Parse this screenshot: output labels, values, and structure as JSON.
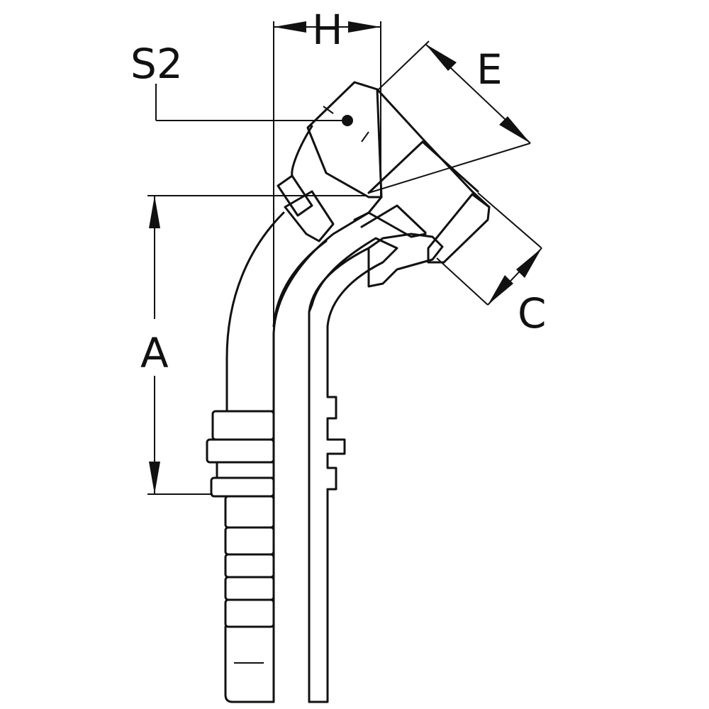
{
  "diagram": {
    "labels": {
      "h": "H",
      "s2": "S2",
      "e": "E",
      "a": "A",
      "c": "C"
    },
    "colors": {
      "line": "#111111",
      "background": "#ffffff"
    }
  }
}
